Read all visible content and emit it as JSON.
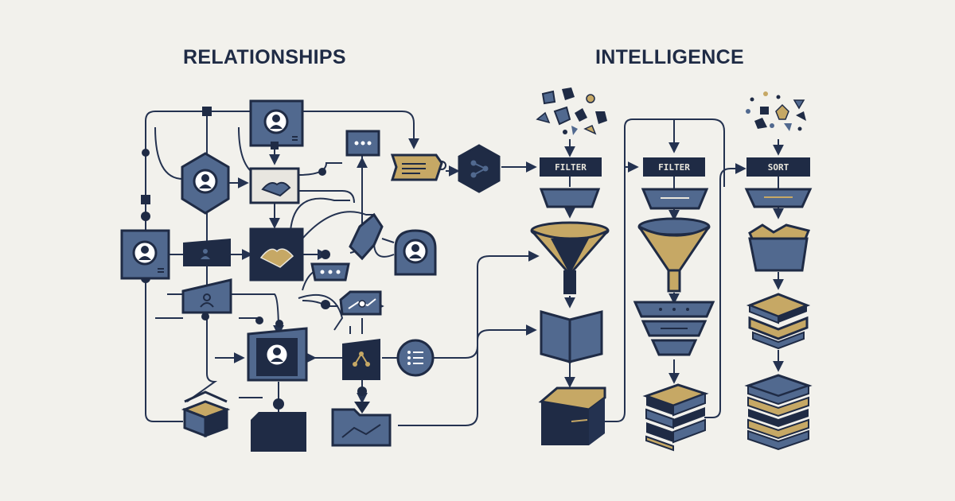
{
  "headings": {
    "relationships": "RELATIONSHIPS",
    "intelligence": "INTELLIGENCE"
  },
  "stages": {
    "filter_1": "FILTER",
    "filter_2": "FILTER",
    "sort": "SORT"
  },
  "colors": {
    "background": "#f2f1ec",
    "navy": "#1f2b45",
    "slate": "#51698f",
    "gold": "#c6a865",
    "line": "#243250"
  }
}
